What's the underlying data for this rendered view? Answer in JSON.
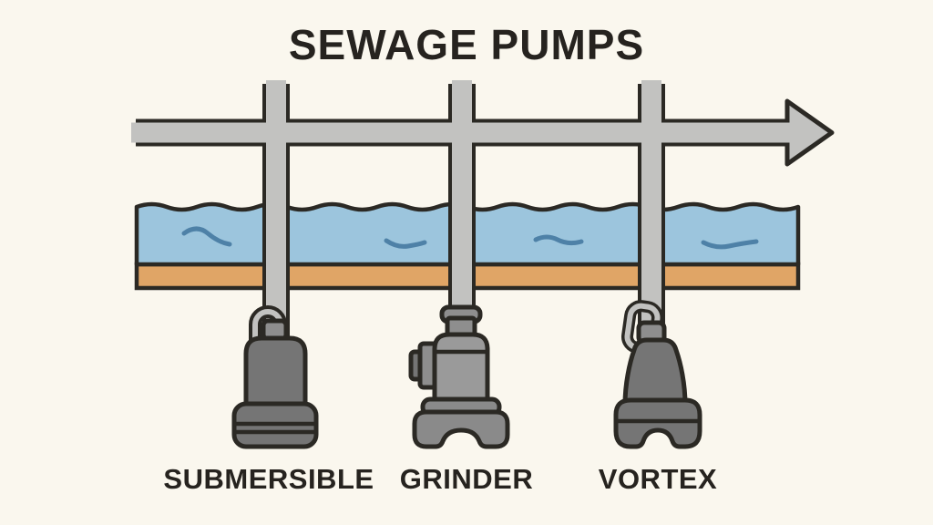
{
  "title": "SEWAGE PUMPS",
  "diagram": {
    "kind": "labeled-illustration",
    "flow_direction": "right",
    "layers": [
      {
        "name": "discharge-pipe",
        "description": "horizontal pipe with right-pointing flow arrow"
      },
      {
        "name": "water",
        "description": "wavy-topped water band with ripple marks"
      },
      {
        "name": "sediment",
        "description": "tan sediment band under the water"
      }
    ],
    "pumps": [
      {
        "name": "submersible",
        "label": "SUBMERSIBLE"
      },
      {
        "name": "grinder",
        "label": "GRINDER"
      },
      {
        "name": "vortex",
        "label": "VORTEX"
      }
    ],
    "colors": {
      "background": "#FAF7EE",
      "outline": "#2B2924",
      "text": "#26231F",
      "pipe": "#C2C2C0",
      "water": "#9CC5DD",
      "water_ripple": "#4E81A7",
      "sediment": "#E0A566",
      "pump_body": "#757575",
      "pump_body_mid": "#8E8E8E",
      "pump_body_light": "#9A9A9A",
      "pump_base": "#8A8A8A"
    }
  }
}
